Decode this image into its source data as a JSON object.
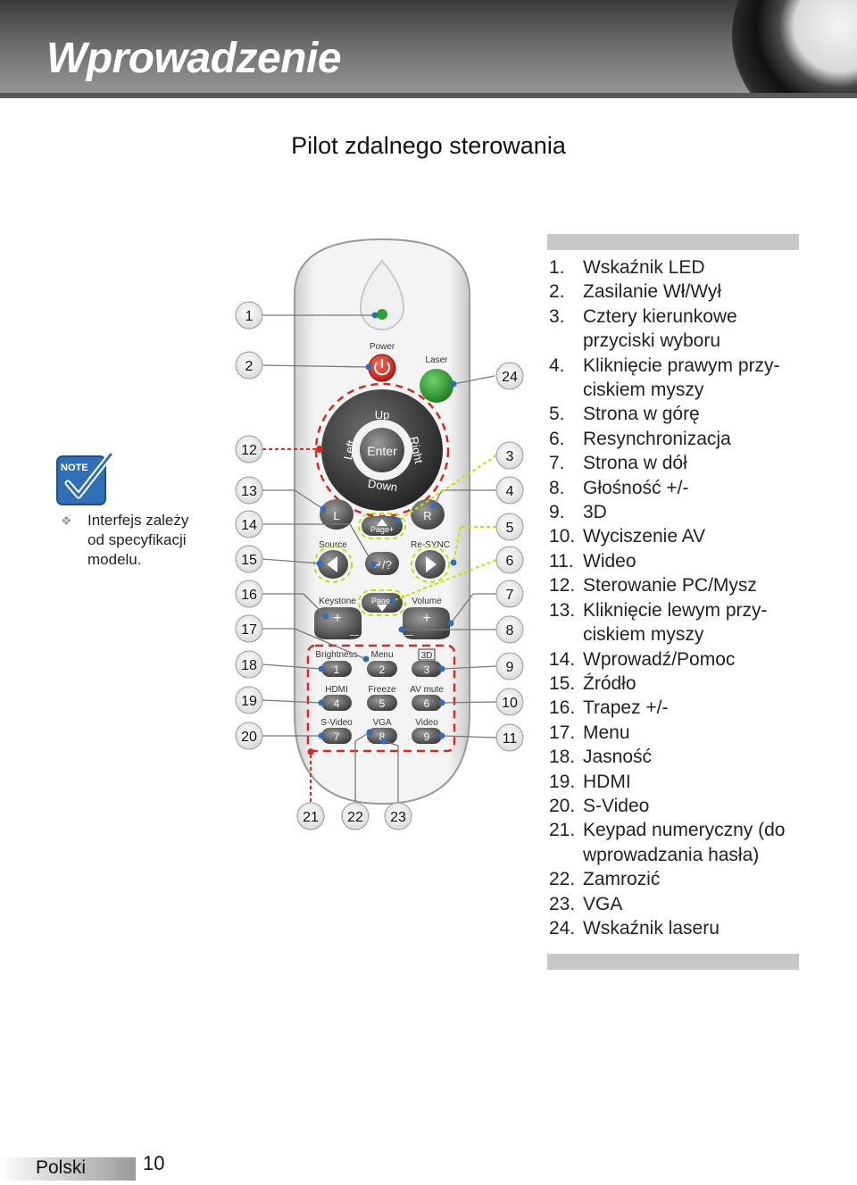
{
  "header": {
    "title": "Wprowadzenie"
  },
  "section": {
    "title": "Pilot zdalnego sterowania"
  },
  "note": {
    "badge": "NOTE",
    "text_lines": [
      "Interfejs zależy",
      "od specyfikacji",
      "modelu."
    ]
  },
  "remote": {
    "labels": {
      "power": "Power",
      "laser": "Laser",
      "up": "Up",
      "down": "Down",
      "left": "Left",
      "right": "Right",
      "enter": "Enter",
      "l": "L",
      "r": "R",
      "page_up": "Page+",
      "source": "Source",
      "resync": "Re-SYNC",
      "help": "↵/?",
      "keystone": "Keystone",
      "page_down": "Page-",
      "volume": "Volume",
      "plus": "+",
      "minus": "—",
      "brightness": "Brightness",
      "menu": "Menu",
      "three_d": "3D",
      "hdmi": "HDMI",
      "freeze": "Freeze",
      "av_mute": "AV mute",
      "svideo": "S-Video",
      "vga": "VGA",
      "video": "Video",
      "k1": "1",
      "k2": "2",
      "k3": "3",
      "k4": "4",
      "k5": "5",
      "k6": "6",
      "k7": "7",
      "k8": "8",
      "k9": "9"
    },
    "callouts_left": [
      "1",
      "2",
      "12",
      "13",
      "14",
      "15",
      "16",
      "17",
      "18",
      "19",
      "20"
    ],
    "callouts_right": [
      "24",
      "3",
      "4",
      "5",
      "6",
      "7",
      "8",
      "9",
      "10",
      "11"
    ],
    "callouts_bottom": [
      "21",
      "22",
      "23"
    ]
  },
  "legend": [
    {
      "num": "1.",
      "lines": [
        "Wskaźnik LED"
      ]
    },
    {
      "num": "2.",
      "lines": [
        "Zasilanie Wł/Wył"
      ]
    },
    {
      "num": "3.",
      "lines": [
        "Cztery kierunkowe",
        "przyciski wyboru"
      ]
    },
    {
      "num": "4.",
      "lines": [
        "Kliknięcie prawym przy-",
        "ciskiem myszy"
      ]
    },
    {
      "num": "5.",
      "lines": [
        "Strona w górę"
      ]
    },
    {
      "num": "6.",
      "lines": [
        "Resynchronizacja"
      ]
    },
    {
      "num": "7.",
      "lines": [
        "Strona w dół"
      ]
    },
    {
      "num": "8.",
      "lines": [
        "Głośność +/-"
      ]
    },
    {
      "num": "9.",
      "lines": [
        "3D"
      ]
    },
    {
      "num": "10.",
      "lines": [
        "Wyciszenie AV"
      ]
    },
    {
      "num": "11.",
      "lines": [
        "Wideo"
      ]
    },
    {
      "num": "12.",
      "lines": [
        "Sterowanie PC/Mysz"
      ]
    },
    {
      "num": "13.",
      "lines": [
        "Kliknięcie lewym przy-",
        "ciskiem myszy"
      ]
    },
    {
      "num": "14.",
      "lines": [
        "Wprowadź/Pomoc"
      ]
    },
    {
      "num": "15.",
      "lines": [
        "Źródło"
      ]
    },
    {
      "num": "16.",
      "lines": [
        "Trapez +/-"
      ]
    },
    {
      "num": "17.",
      "lines": [
        "Menu"
      ]
    },
    {
      "num": "18.",
      "lines": [
        "Jasność"
      ]
    },
    {
      "num": "19.",
      "lines": [
        "HDMI"
      ]
    },
    {
      "num": "20.",
      "lines": [
        "S-Video"
      ]
    },
    {
      "num": "21.",
      "lines": [
        "Keypad numeryczny (do",
        "wprowadzania hasła)"
      ]
    },
    {
      "num": "22.",
      "lines": [
        "Zamrozić"
      ]
    },
    {
      "num": "23.",
      "lines": [
        "VGA"
      ]
    },
    {
      "num": "24.",
      "lines": [
        "Wskaźnik laseru"
      ]
    }
  ],
  "footer": {
    "language": "Polski",
    "page": "10"
  }
}
